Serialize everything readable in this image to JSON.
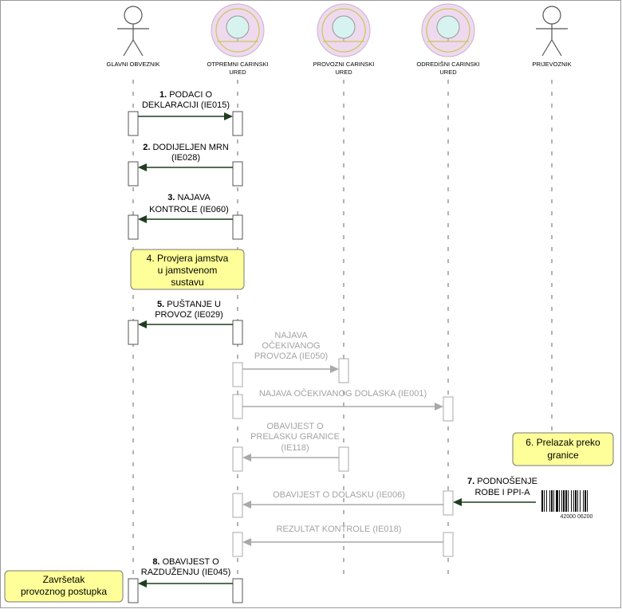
{
  "actors": [
    {
      "id": "glavni",
      "line1": "GLAVNI OBVEZNIK",
      "line2": "",
      "kind": "person"
    },
    {
      "id": "otpremni",
      "line1": "OTPREMNI CARINSKI",
      "line2": "URED",
      "kind": "office"
    },
    {
      "id": "provozni",
      "line1": "PROVOZNI CARINSKI",
      "line2": "URED",
      "kind": "office"
    },
    {
      "id": "odredisni",
      "line1": "ODREDIŠNI CARINSKI",
      "line2": "URED",
      "kind": "office"
    },
    {
      "id": "prijevoznik",
      "line1": "PRIJEVOZNIK",
      "line2": "",
      "kind": "person"
    }
  ],
  "messages": [
    {
      "num": "1.",
      "line1": "PODACI O",
      "line2": "DEKLARACIJI (IE015)",
      "line3": "",
      "from": "glavni",
      "to": "otpremni",
      "style": "active"
    },
    {
      "num": "2.",
      "line1": "DODIJELJEN MRN",
      "line2": "(IE028)",
      "line3": "",
      "from": "otpremni",
      "to": "glavni",
      "style": "active"
    },
    {
      "num": "3.",
      "line1": "NAJAVA",
      "line2": "KONTROLE (IE060)",
      "line3": "",
      "from": "otpremni",
      "to": "glavni",
      "style": "active"
    },
    {
      "num": "5.",
      "line1": "PUŠTANJE U",
      "line2": "PROVOZ (IE029)",
      "line3": "",
      "from": "otpremni",
      "to": "glavni",
      "style": "active"
    },
    {
      "num": "",
      "line1": "NAJAVA",
      "line2": "OČEKIVANOG",
      "line3": "PROVOZA (IE050)",
      "from": "otpremni",
      "to": "provozni",
      "style": "inactive"
    },
    {
      "num": "",
      "line1": "NAJAVA OČEKIVANOG DOLASKA (IE001)",
      "line2": "",
      "line3": "",
      "from": "otpremni",
      "to": "odredisni",
      "style": "inactive"
    },
    {
      "num": "",
      "line1": "OBAVIJEST O",
      "line2": "PRELASKU GRANICE",
      "line3": "(IE118)",
      "from": "provozni",
      "to": "otpremni",
      "style": "inactive"
    },
    {
      "num": "7.",
      "line1": "PODNOŠENJE",
      "line2": "ROBE I PPI-A",
      "line3": "",
      "from": "prijevoznik",
      "to": "odredisni",
      "style": "active"
    },
    {
      "num": "",
      "line1": "OBAVIJEST O DOLASKU (IE006)",
      "line2": "",
      "line3": "",
      "from": "odredisni",
      "to": "otpremni",
      "style": "inactive"
    },
    {
      "num": "",
      "line1": "REZULTAT KONTROLE (IE018)",
      "line2": "",
      "line3": "",
      "from": "odredisni",
      "to": "otpremni",
      "style": "inactive"
    },
    {
      "num": "8.",
      "line1": "OBAVIJEST O",
      "line2": "RAZDUŽENJU (IE045)",
      "line3": "",
      "from": "otpremni",
      "to": "glavni",
      "style": "active"
    }
  ],
  "notes": [
    {
      "id": "jamstvo",
      "line1": "4. Provjera jamstva",
      "line2": "u jamstvenom",
      "line3": "sustavu"
    },
    {
      "id": "granica",
      "line1": "6. Prelazak preko",
      "line2": "granice",
      "line3": ""
    },
    {
      "id": "zavrsetak",
      "line1": "Završetak",
      "line2": "provoznog postupka",
      "line3": ""
    }
  ],
  "barcode_number": "42000 06200",
  "colors": {
    "active_arrow": "#1f3d1f",
    "inactive_arrow": "#a9a9a9",
    "active_text": "#000000",
    "inactive_text": "#a3a3a3",
    "note_fill": "#ffff99",
    "office_outer": "#efd9ef",
    "office_ring": "#c8c85a",
    "office_inner": "#d7f3ef",
    "lifeline": "#666666"
  }
}
